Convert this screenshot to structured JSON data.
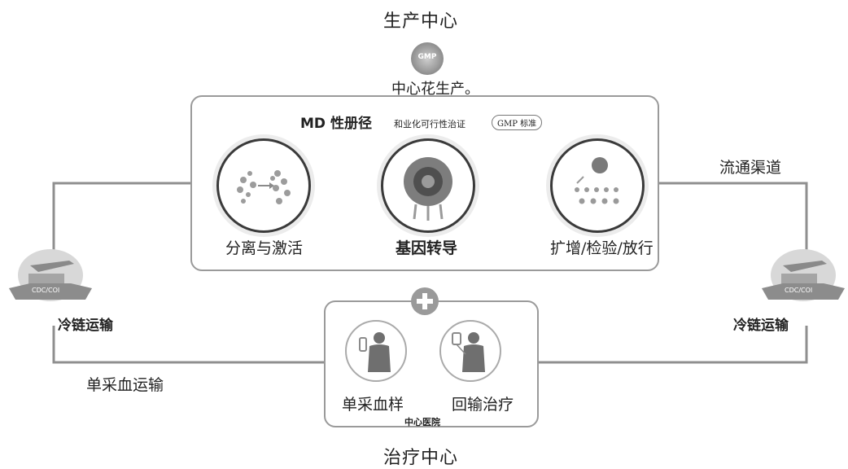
{
  "top": {
    "title": "生产中心",
    "badge_text": "GMP",
    "subtitle": "中心花生产。"
  },
  "production": {
    "title": "MD 性册径",
    "note": "和业化可行性治证",
    "pill": "GMP 标准",
    "steps": [
      {
        "label": "分离与激活"
      },
      {
        "label": "基因转导"
      },
      {
        "label": "扩增/检验/放行"
      }
    ]
  },
  "cold_chain": {
    "left_label": "冷链运输",
    "right_label": "冷链运输",
    "badge_text": "CDC/COI"
  },
  "channel_label": "流通渠道",
  "blood_transport_label": "单采血运输",
  "hospital": {
    "item1": "单采血样",
    "item2": "回输治疗",
    "name": "中心医院"
  },
  "bottom": {
    "title": "治疗中心"
  }
}
